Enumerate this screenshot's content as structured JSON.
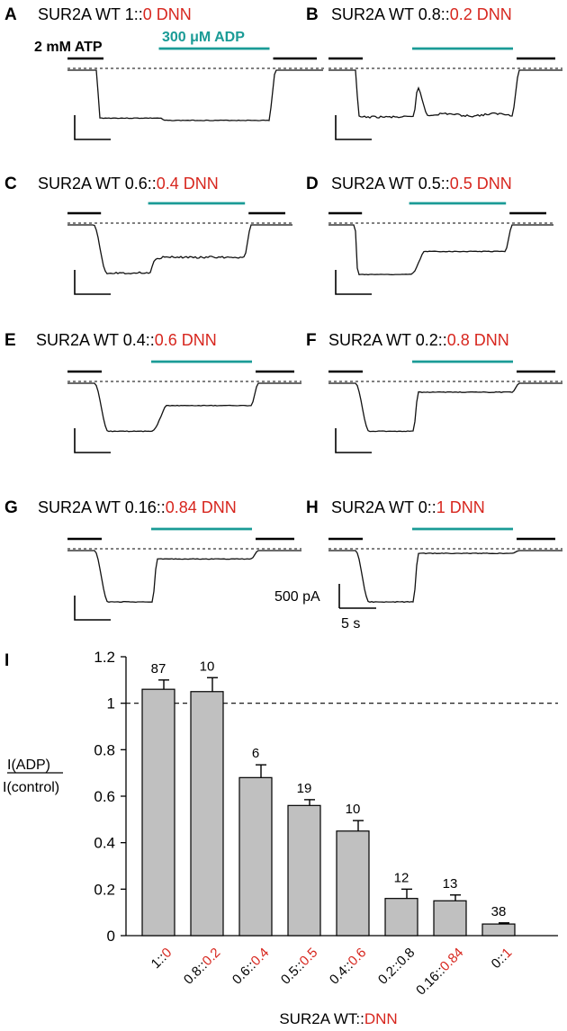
{
  "colors": {
    "black": "#000000",
    "red": "#d7261e",
    "teal": "#1a9b96",
    "bar": "#c0c0c0",
    "trace": "#111111"
  },
  "panel_A": {
    "letter": "A",
    "title_black": "SUR2A WT 1::",
    "title_red": "0 DNN",
    "atp_label": "2 mM ATP",
    "adp_label": "300 μM ADP"
  },
  "traces": [
    {
      "letter": "A",
      "title_black": "SUR2A WT 1::",
      "title_red": "0 DNN",
      "i1": 0.86,
      "i2": 0.9,
      "spike": 0
    },
    {
      "letter": "B",
      "title_black": "SUR2A WT 0.8::",
      "title_red": "0.2 DNN",
      "i1": 0.84,
      "i2": 0.8,
      "spike": 0.7
    },
    {
      "letter": "C",
      "title_black": "SUR2A WT 0.6::",
      "title_red": "0.4 DNN",
      "i1": 0.86,
      "i2": 0.58,
      "spike": 0.25
    },
    {
      "letter": "D",
      "title_black": "SUR2A WT 0.5::",
      "title_red": "0.5 DNN",
      "i1": 0.86,
      "i2": 0.46,
      "spike": 0.05
    },
    {
      "letter": "E",
      "title_black": "SUR2A WT 0.4::",
      "title_red": "0.6 DNN",
      "i1": 0.86,
      "i2": 0.4,
      "spike": 0.1
    },
    {
      "letter": "F",
      "title_black": "SUR2A WT 0.2::",
      "title_red": "0.8 DNN",
      "i1": 0.86,
      "i2": 0.16,
      "spike": 0
    },
    {
      "letter": "G",
      "title_black": "SUR2A WT 0.16::",
      "title_red": "0.84 DNN",
      "i1": 0.92,
      "i2": 0.15,
      "spike": 0
    },
    {
      "letter": "H",
      "title_black": "SUR2A WT 0::",
      "title_red": "1 DNN",
      "i1": 0.92,
      "i2": 0.05,
      "spike": 0
    }
  ],
  "scale_bar": {
    "current": "500 pA",
    "time": "5 s"
  },
  "chart_data": {
    "panel": "I",
    "type": "bar",
    "ylabel_numerator": "I(ADP)",
    "ylabel_denominator": "I(control)",
    "xlabel_black": "SUR2A WT::",
    "xlabel_red": "DNN",
    "ylim": [
      0,
      1.2
    ],
    "yticks": [
      "0",
      "0.2",
      "0.4",
      "0.6",
      "0.8",
      "1",
      "1.2"
    ],
    "reference_line": 1,
    "categories": [
      {
        "black": "1::",
        "red": "0"
      },
      {
        "black": "0.8::",
        "red": "0.2"
      },
      {
        "black": "0.6::",
        "red": "0.4"
      },
      {
        "black": "0.5::",
        "red": "0.5"
      },
      {
        "black": "0.4::",
        "red": "0.6"
      },
      {
        "black": "0.2::0.8",
        "red": ""
      },
      {
        "black": "0.16::",
        "red": "0.84"
      },
      {
        "black": "0::",
        "red": "1"
      }
    ],
    "values": [
      1.06,
      1.05,
      0.68,
      0.56,
      0.45,
      0.16,
      0.15,
      0.05
    ],
    "errors": [
      0.04,
      0.06,
      0.055,
      0.025,
      0.045,
      0.04,
      0.025,
      0.005
    ],
    "n": [
      "87",
      "10",
      "6",
      "19",
      "10",
      "12",
      "13",
      "38"
    ]
  }
}
